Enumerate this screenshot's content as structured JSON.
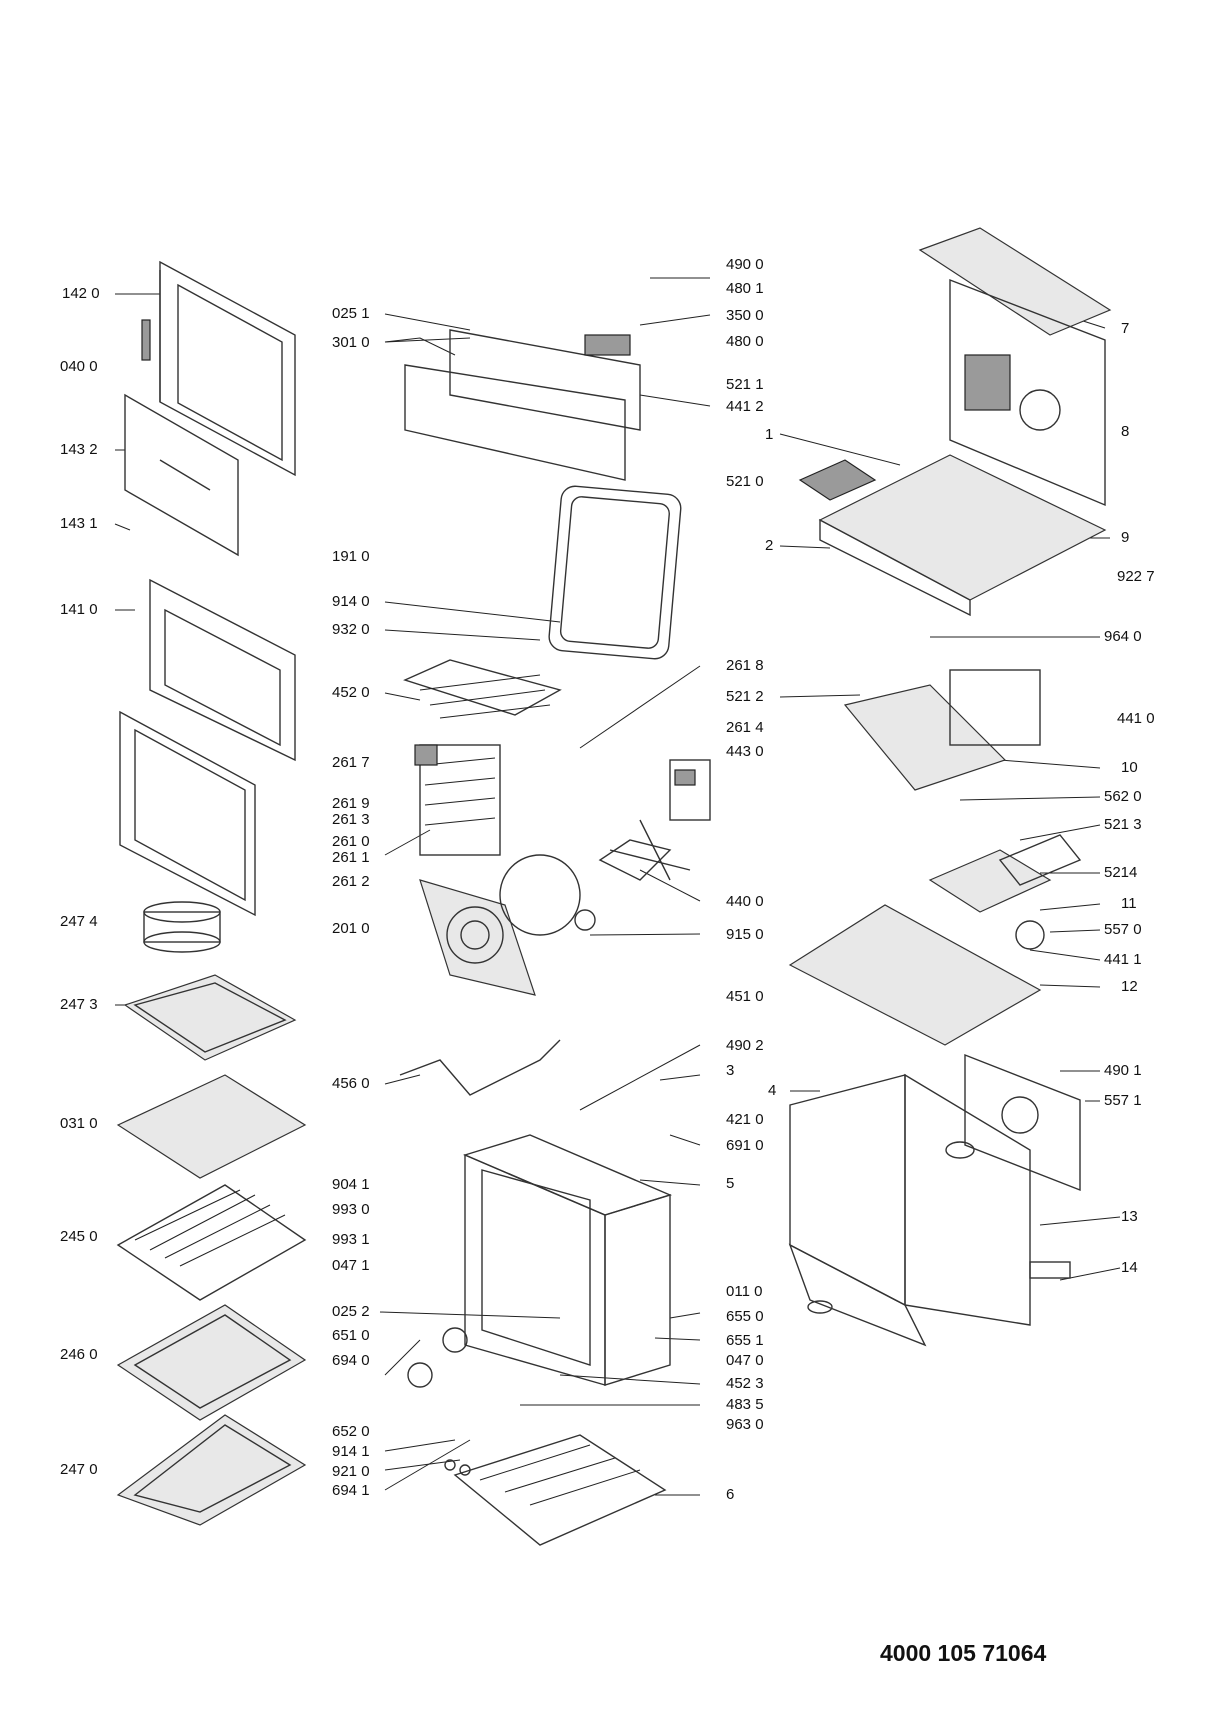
{
  "document_number": "4000 105 71064",
  "labels_left": {
    "l1420": "142 0",
    "l0400": "040 0",
    "l1432": "143 2",
    "l1431": "143 1",
    "l1410": "141 0",
    "l2474": "247 4",
    "l2473": "247 3",
    "l0310": "031 0",
    "l2450": "245 0",
    "l2460": "246 0",
    "l2470": "247 0"
  },
  "labels_middle": {
    "l0251": "025 1",
    "l3010": "301 0",
    "l1910": "191 0",
    "l9140": "914 0",
    "l9320": "932 0",
    "l4520": "452 0",
    "l2617": "261 7",
    "l2619": "261 9",
    "l2613": "261 3",
    "l2610": "261 0",
    "l2611": "261 1",
    "l2612": "261 2",
    "l2010": "201 0",
    "l4560": "456 0",
    "l9041": "904 1",
    "l9930": "993 0",
    "l9931": "993 1",
    "l0471": "047 1",
    "l0252": "025 2",
    "l6510": "651 0",
    "l6940": "694 0",
    "l6520": "652 0",
    "l9141": "914 1",
    "l9210": "921 0",
    "l6941": "694 1"
  },
  "labels_center_right": {
    "l4900": "490 0",
    "l4801": "480 1",
    "l3500": "350 0",
    "l4800": "480 0",
    "l5211": "521 1",
    "l4412": "441 2",
    "l2618": "261 8",
    "l2614": "261 4",
    "l4430": "443 0",
    "l4400": "440 0",
    "l9150": "915 0",
    "l4510": "451 0",
    "l4902": "490 2",
    "l3": "3",
    "l4210": "421 0",
    "l6910": "691 0",
    "l5": "5",
    "l0110": "011 0",
    "l6550": "655 0",
    "l6551": "655 1",
    "l0470": "047 0",
    "l4523": "452 3",
    "l4835": "483 5",
    "l9630": "963 0",
    "l6": "6"
  },
  "labels_right": {
    "l7": "7",
    "l8": "8",
    "l1": "1",
    "l5210": "521 0",
    "l2": "2",
    "l9": "9",
    "l9227": "922 7",
    "l9640": "964 0",
    "l5212": "521 2",
    "l4410": "441 0",
    "l10": "10",
    "l5620": "562 0",
    "l5213": "521 3",
    "l5214": "5214",
    "l11": "11",
    "l5570": "557 0",
    "l4411": "441 1",
    "l12": "12",
    "l4": "4",
    "l4901": "490 1",
    "l5571": "557 1",
    "l13": "13",
    "l14": "14"
  }
}
